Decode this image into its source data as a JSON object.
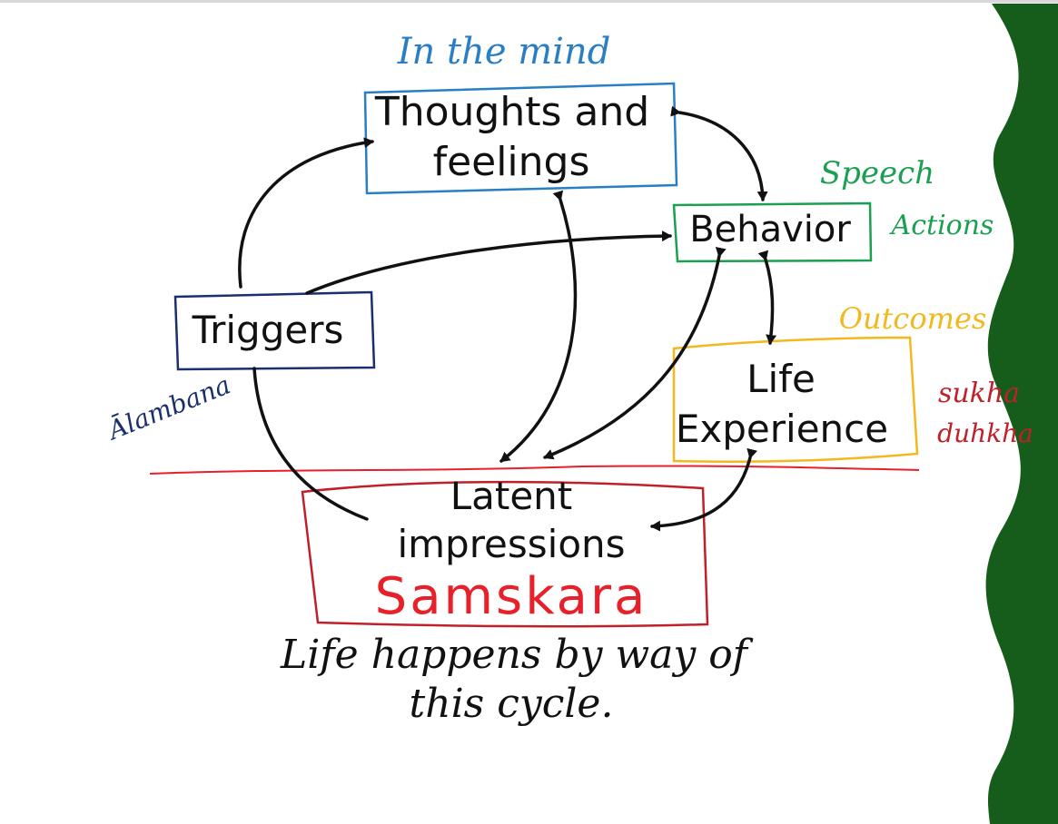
{
  "nodes": {
    "thoughts": {
      "line1": "Thoughts and",
      "line2": "feelings",
      "color": "#2a7fc4"
    },
    "behavior": {
      "text": "Behavior",
      "color": "#1aa050"
    },
    "triggers": {
      "text": "Triggers",
      "color": "#1a2f6e"
    },
    "life_experience": {
      "line1": "Life",
      "line2": "Experience",
      "color": "#f2b81e"
    },
    "latent": {
      "line1": "Latent",
      "line2": "impressions",
      "color": "#c0202a"
    }
  },
  "annotations": {
    "in_the_mind": {
      "text": "In the mind",
      "color": "#2a7fc4"
    },
    "speech": {
      "text": "Speech",
      "color": "#1aa050"
    },
    "actions": {
      "text": "Actions",
      "color": "#1aa050"
    },
    "outcomes": {
      "text": "Outcomes",
      "color": "#f2b81e"
    },
    "sukha": {
      "text": "sukha",
      "color": "#c0202a"
    },
    "duhkha": {
      "text": "duhkha",
      "color": "#c0202a"
    },
    "alambana": {
      "text": "Ālambana",
      "color": "#1a2f6e"
    },
    "samskara": {
      "text": "Samskara",
      "color": "#e8202a"
    }
  },
  "caption": {
    "line1": "Life happens by way of",
    "line2": "this cycle."
  },
  "colors": {
    "ink": "#111111",
    "divider": "#e8202a",
    "side_panel": "#165c1a"
  }
}
